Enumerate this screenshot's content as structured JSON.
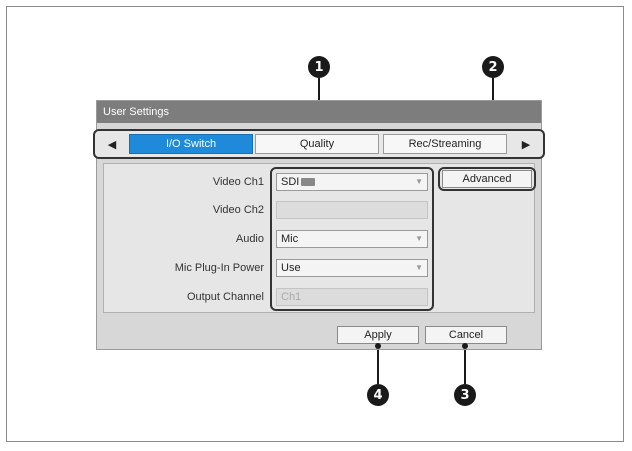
{
  "dialog": {
    "title": "User Settings",
    "tabs": [
      {
        "label": "I/O Switch",
        "active": true
      },
      {
        "label": "Quality",
        "active": false
      },
      {
        "label": "Rec/Streaming",
        "active": false
      }
    ],
    "left_arrow": "◀",
    "right_arrow": "▶",
    "fields": [
      {
        "label": "Video Ch1",
        "value": "SDI"
      },
      {
        "label": "Video Ch2",
        "value": ""
      },
      {
        "label": "Audio",
        "value": "Mic"
      },
      {
        "label": "Mic Plug-In Power",
        "value": "Use"
      },
      {
        "label": "Output Channel",
        "value": "Ch1"
      }
    ],
    "advanced_label": "Advanced",
    "apply_label": "Apply",
    "cancel_label": "Cancel",
    "caret": "▼"
  },
  "callouts": [
    "1",
    "2",
    "3",
    "4"
  ]
}
